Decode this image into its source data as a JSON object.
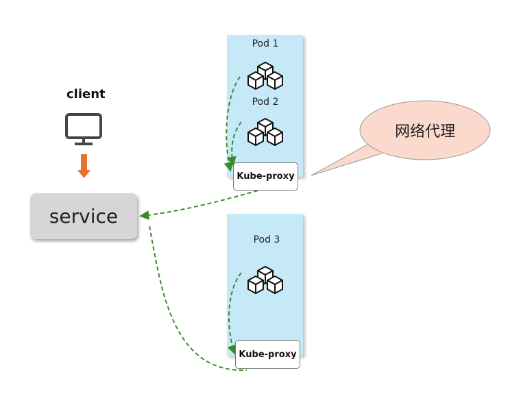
{
  "client": {
    "label": "client",
    "icon": "monitor-icon"
  },
  "service": {
    "label": "service"
  },
  "nodes": [
    {
      "pods": [
        {
          "label": "Pod 1"
        },
        {
          "label": "Pod 2"
        }
      ],
      "proxy_label": "Kube-proxy"
    },
    {
      "pods": [
        {
          "label": "Pod 3"
        }
      ],
      "proxy_label": "Kube-proxy"
    }
  ],
  "callout": {
    "text": "网络代理"
  },
  "colors": {
    "node_panel": "#c6e9f8",
    "service_fill": "#d6d6d6",
    "client_arrow": "#e8722a",
    "flow_arrow": "#3a8a2a",
    "callout_fill": "#fbd9cc"
  }
}
